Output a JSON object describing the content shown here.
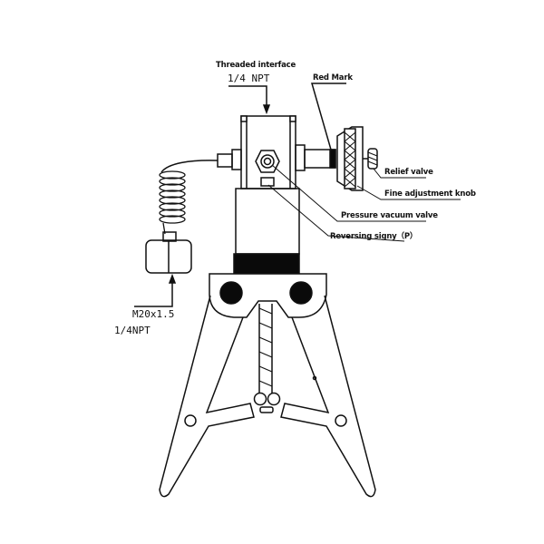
{
  "diagram": {
    "title": "Hand pressure pump schematic",
    "colors": {
      "line": "#111111",
      "background": "#ffffff",
      "fill_dark": "#0a0a0a"
    },
    "labels": {
      "threaded_interface_line1": "Threaded interface",
      "threaded_interface_line2": "1/4 NPT",
      "red_mark": "Red Mark",
      "relief_valve": "Relief valve",
      "fine_adjustment_knob": "Fine adjustment knob",
      "pressure_vacuum_valve": "Pressure vacuum valve",
      "reversing_sign": "Reversing signy（P）",
      "fitting_line1": "M20x1.5",
      "fitting_line2": "1/4NPT"
    }
  }
}
